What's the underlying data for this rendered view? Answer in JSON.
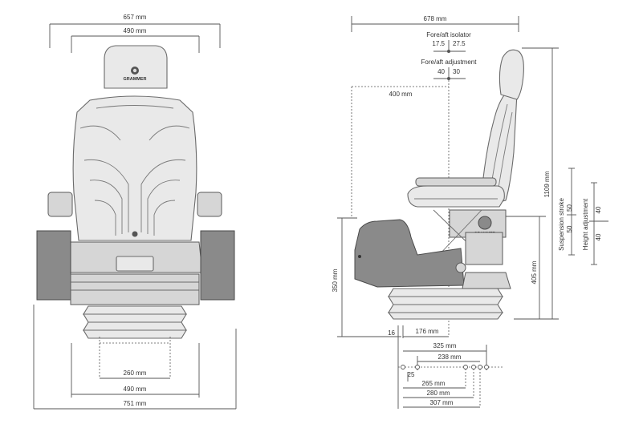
{
  "brand": {
    "logo_text": "GRAMMER"
  },
  "front_view": {
    "width_top": "657 mm",
    "width_headrest": "490 mm",
    "width_base_inner": "260 mm",
    "width_base_mid": "490 mm",
    "width_base_outer": "751 mm"
  },
  "side_view": {
    "depth_total": "678 mm",
    "fore_aft_isolator": {
      "label": "Fore/aft isolator",
      "left": "17.5",
      "right": "27.5"
    },
    "fore_aft_adjustment": {
      "label": "Fore/aft adjustment",
      "left": "40",
      "right": "30"
    },
    "seat_depth": "400 mm",
    "height_total": "1109 mm",
    "suspension_stroke": {
      "label": "Suspension stroke",
      "top": "50",
      "bottom": "50"
    },
    "height_adjustment": {
      "label": "Height adjustment",
      "top": "40",
      "bottom": "40"
    },
    "console_height": "350 mm",
    "base_height": "405 mm",
    "offset_16": "16",
    "dim_176": "176 mm",
    "dim_325": "325 mm",
    "dim_238": "238 mm",
    "dim_25": "25",
    "dim_265": "265 mm",
    "dim_280": "280 mm",
    "dim_307": "307 mm"
  }
}
